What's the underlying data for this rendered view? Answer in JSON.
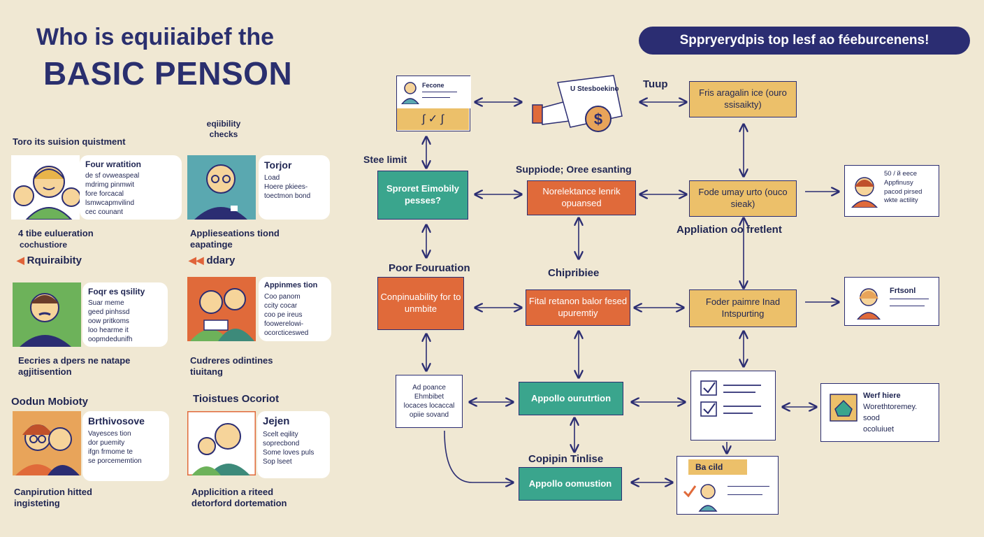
{
  "header": {
    "title_line1": "Who is equiiaibef the",
    "title_line2": "BASIC PENSON",
    "banner": "Sppryerydpis top lesf ао féeburcenens!"
  },
  "left": {
    "col1_heading": "Toro its suision quistment",
    "col2_heading": "eqiibility checks",
    "cards": [
      {
        "title": "Four wratition",
        "lines": [
          "de sf ovweaspeal",
          "mdrimg pinmwit",
          "fore forcacal",
          "lsmwcapmvilind",
          "cec counant"
        ]
      },
      {
        "title": "Torjor",
        "lines": [
          "Load",
          "Hoere pkiees-",
          "toectmon bond"
        ]
      },
      {
        "title": "Foqr es qsility",
        "lines": [
          "Suar meme",
          "geed pinhssd",
          "oow pritkoms",
          "loo hearme it",
          "oopmdedunifh"
        ]
      },
      {
        "title": "Appinmes tion",
        "lines": [
          "Coo panom",
          "ccity cocar",
          "coo pe ireus",
          "foowerelowi-",
          "ocorcticeswed"
        ]
      }
    ],
    "caption_1a": "4 tibe eulueration",
    "caption_1b": "cochustiore",
    "marker_1": "Rquiraibity",
    "caption_2": "Applieseations tiond eapatinge",
    "marker_2": "ddary",
    "caption_3": "Eecries a dpers ne natape agjitisention",
    "caption_4": "Cudreres odintines tiuitang",
    "heading_5": "Oodun Mobioty",
    "heading_6": "Tioistues Ocoriot",
    "card5": {
      "title": "Brthivosove",
      "lines": [
        "Vayesces tion",
        "dor puemity",
        "ifgn frmome te",
        "se porcememtion"
      ]
    },
    "card6": {
      "title": "Jejen",
      "lines": [
        "Scelt eqility",
        "soprecbond",
        "Some loves puls",
        "Sop lseet"
      ]
    },
    "caption_5": "Canpirution hitted ingisteting",
    "caption_6": "Applicition a riteed detorford dortemation"
  },
  "flow": {
    "top_card": "Fecone",
    "doc_label": "U Stesboekino",
    "tuup": "Tuup",
    "node_top_right": "Fris aragalin ice (ouro ssisaikty)",
    "label_stee": "Stee limit",
    "label_suppiode": "Suppiode; Oree esanting",
    "node_sproret": "Sproret Eimobily pesses?",
    "node_norelektance": "Norelektance lenrik opuansed",
    "node_fodeumay": "Fode umay urto (ouco sieak)",
    "label_appliation": "Appliation oo fretlent",
    "person_card_1": [
      "50 / й eece",
      "Appfinusy",
      "pacod pirsed",
      "wkte actility"
    ],
    "label_poor": "Poor Fouruation",
    "label_chipribiee": "Chipribiee",
    "node_conpinuability": "Conpinuability for to unmbite",
    "node_final": "Fital retanon balor fesed upuremtiy",
    "node_foder": "Foder paimre Inad Intspurting",
    "person_card_2": "Frtsonl",
    "node_ad": [
      "Ad poance",
      "Ehmbibet",
      "locaces locaccal",
      "opiie sovand"
    ],
    "node_appollo_1": "Appollo ourutrtion",
    "node_werf": [
      "Werf hiere",
      "Worethtoremey.",
      "sood",
      "ocoluiuet"
    ],
    "label_copipin": "Copipin Tinlise",
    "node_appollo_2": "Appollo oomustion",
    "node_baciid": "Ba cild"
  },
  "colors": {
    "navy": "#2b2d72",
    "teal": "#3aa58d",
    "orange": "#e06a3a",
    "sand": "#ecc06a",
    "bg": "#f0e8d3"
  }
}
